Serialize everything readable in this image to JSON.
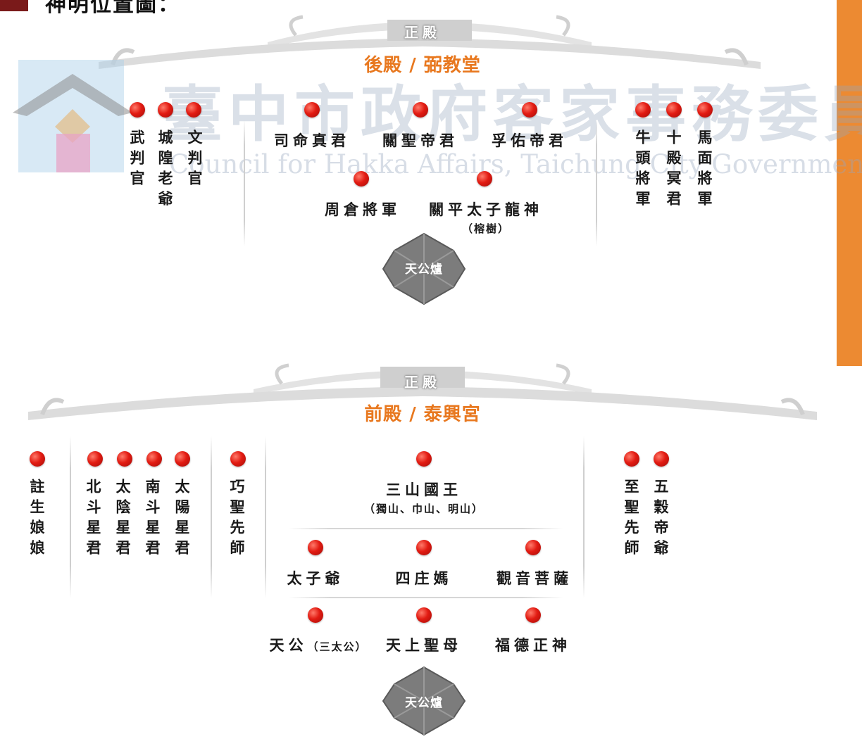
{
  "header": {
    "title": "神明位置圖："
  },
  "watermark": {
    "chinese": "臺中市政府客家事務委員會",
    "english": "Council for Hakka Affairs, Taichung City Government"
  },
  "rear_hall": {
    "hall_label": "正殿",
    "temple_name": "後殿 / 弼教堂",
    "left_deities": [
      "武判官",
      "城隍老爺",
      "文判官"
    ],
    "center_top_deities": [
      "司命真君",
      "關聖帝君",
      "孚佑帝君"
    ],
    "center_bottom_deities": [
      "周倉將軍",
      "關平太子龍神"
    ],
    "center_bottom_note": "（榕樹）",
    "right_deities": [
      "牛頭將軍",
      "十殿冥君",
      "馬面將軍"
    ],
    "altar_label": "天公爐"
  },
  "front_hall": {
    "hall_label": "正殿",
    "temple_name": "前殿 / 泰興宮",
    "far_left_deity": "註生娘娘",
    "left_group_deities": [
      "北斗星君",
      "太陰星君",
      "南斗星君",
      "太陽星君"
    ],
    "left_single_deity": "巧聖先師",
    "main_deity": "三山國王",
    "main_deity_note": "（獨山、巾山、明山）",
    "middle_row": [
      "太子爺",
      "四庄媽",
      "觀音菩薩"
    ],
    "bottom_row": [
      "天公",
      "天上聖母",
      "福德正神"
    ],
    "bottom_row_first_note": "（三太公）",
    "right_deities": [
      "至聖先師",
      "五穀帝爺"
    ],
    "altar_label": "天公爐"
  },
  "colors": {
    "accent_orange": "#ec8a32",
    "dot_red": "#e21b12",
    "title_square": "#7a1a1a",
    "temple_label_orange": "#e8781f"
  }
}
